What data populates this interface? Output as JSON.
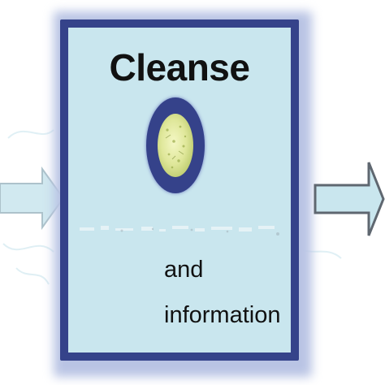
{
  "diagram": {
    "box_title": "Cleanse",
    "box_label_line1": "and",
    "box_label_line2": "information",
    "colors": {
      "box_fill": "#c9e6ee",
      "box_border": "#35438a",
      "arrow_fill": "#c9e6ee",
      "arrow_stroke": "#5f6770",
      "lens_ring": "#35428a",
      "lens_center": "#dfe79a"
    },
    "icons": {
      "left_arrow": "right-arrow-icon",
      "right_arrow": "right-arrow-icon",
      "center": "lens-icon"
    }
  }
}
